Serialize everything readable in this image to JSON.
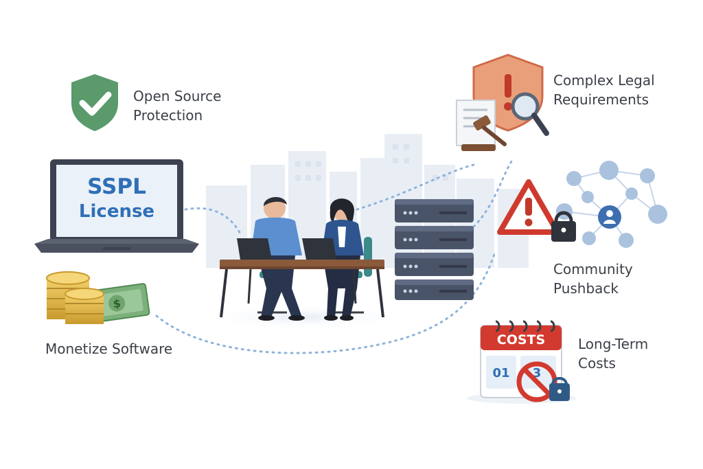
{
  "screen": {
    "laptop_line1": "SSPL",
    "laptop_line2": "License",
    "calendar_header": "COSTS",
    "calendar_day1": "01",
    "calendar_day2": "3"
  },
  "labels": {
    "open_source": {
      "line1": "Open Source",
      "line2": "Protection"
    },
    "legal": {
      "line1": "Complex Legal",
      "line2": "Requirements"
    },
    "community": {
      "line1": "Community",
      "line2": "Pushback"
    },
    "costs": {
      "line1": "Long-Term",
      "line2": "Costs"
    },
    "monetize": "Monetize Software"
  },
  "icons": {
    "shield": "shield-check-icon",
    "laptop": "laptop-icon",
    "coins": "coins-and-cash-icon",
    "team": "two-people-at-desk-illustration",
    "server": "server-stack-icon",
    "legal": "warning-shield-with-magnifier-gavel-icon",
    "network": "people-network-warning-lock-icon",
    "calendar": "costs-calendar-prohibited-lock-icon"
  },
  "colors": {
    "accent_blue": "#2f6fb5",
    "shield_green": "#5a9a6b",
    "warning_red": "#c0392b",
    "dotted_line": "#8fb3d9"
  }
}
